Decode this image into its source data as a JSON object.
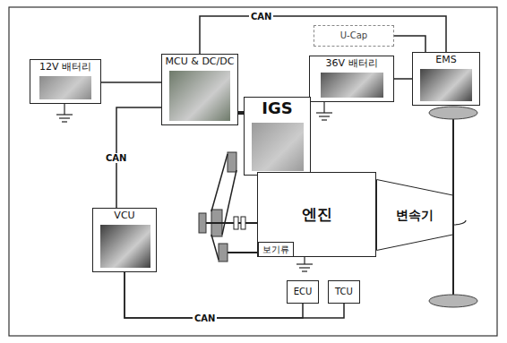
{
  "diagram": {
    "nodes": [
      {
        "text": [
          "12V 배터리"
        ]
      },
      {
        "text": [
          "MCU & DC/DC"
        ]
      },
      {
        "text": [
          "U-Cap"
        ]
      },
      {
        "text": [
          "36V 배터리"
        ]
      },
      {
        "text": [
          "EMS"
        ]
      },
      {
        "text": [
          "IGS"
        ]
      },
      {
        "text": [
          "엔진"
        ]
      },
      {
        "text": [
          "변속기"
        ]
      },
      {
        "text": [
          "보기류"
        ],
        "in": 6
      },
      {
        "text": [
          "VCU"
        ]
      },
      {
        "text": [
          "ECU"
        ]
      },
      {
        "text": [
          "TCU"
        ]
      }
    ],
    "edges": [
      {
        "from": 1,
        "to": 4,
        "label": "CAN",
        "arrow": "none"
      },
      {
        "from": 0,
        "to": 1,
        "arrow": "none"
      },
      {
        "from": 1,
        "to": 5,
        "arrow": "none"
      },
      {
        "from": 3,
        "to": 4,
        "arrow": "none"
      },
      {
        "from": 2,
        "to": 4,
        "arrow": "none"
      },
      {
        "from": 1,
        "to": 9,
        "label": "CAN",
        "arrow": "none"
      },
      {
        "from": 9,
        "to": 10,
        "label": "CAN",
        "arrow": "none"
      },
      {
        "from": 9,
        "to": 11,
        "arrow": "none"
      }
    ]
  }
}
